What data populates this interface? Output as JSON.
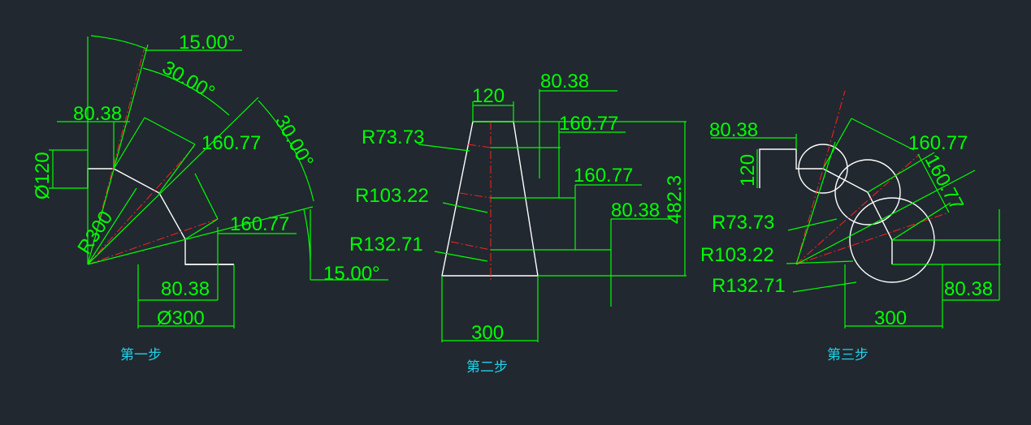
{
  "colors": {
    "background": "#212830",
    "dimension": "#00ff00",
    "object": "#ffffff",
    "center": "#ff2020",
    "step_label": "#1fd1e8"
  },
  "step1": {
    "angle_15_top": "15.00°",
    "angle_30_a": "30.00°",
    "angle_30_b": "30.00°",
    "angle_15_bottom": "15.00°",
    "dim_80_38_top": "80.38",
    "dim_160_77_a": "160.77",
    "dim_160_77_b": "160.77",
    "dia_120": "Ø120",
    "radius_300": "R300",
    "dim_80_38_bottom": "80.38",
    "dia_300": "Ø300",
    "label": "第一步"
  },
  "step2": {
    "width_120": "120",
    "dim_80_38_top": "80.38",
    "dim_160_77_a": "160.77",
    "dim_160_77_b": "160.77",
    "dim_80_38_right": "80.38",
    "height_482_3": "482.3",
    "r73_73": "R73.73",
    "r103_22": "R103.22",
    "r132_71": "R132.71",
    "width_300": "300",
    "label": "第二步"
  },
  "step3": {
    "dim_80_38_top": "80.38",
    "dim_120": "120",
    "dim_160_77_a": "160.77",
    "dim_160_77_b": "160.77",
    "r73_73": "R73.73",
    "r103_22": "R103.22",
    "r132_71": "R132.71",
    "dim_80_38_bottom": "80.38",
    "width_300": "300",
    "label": "第三步"
  }
}
